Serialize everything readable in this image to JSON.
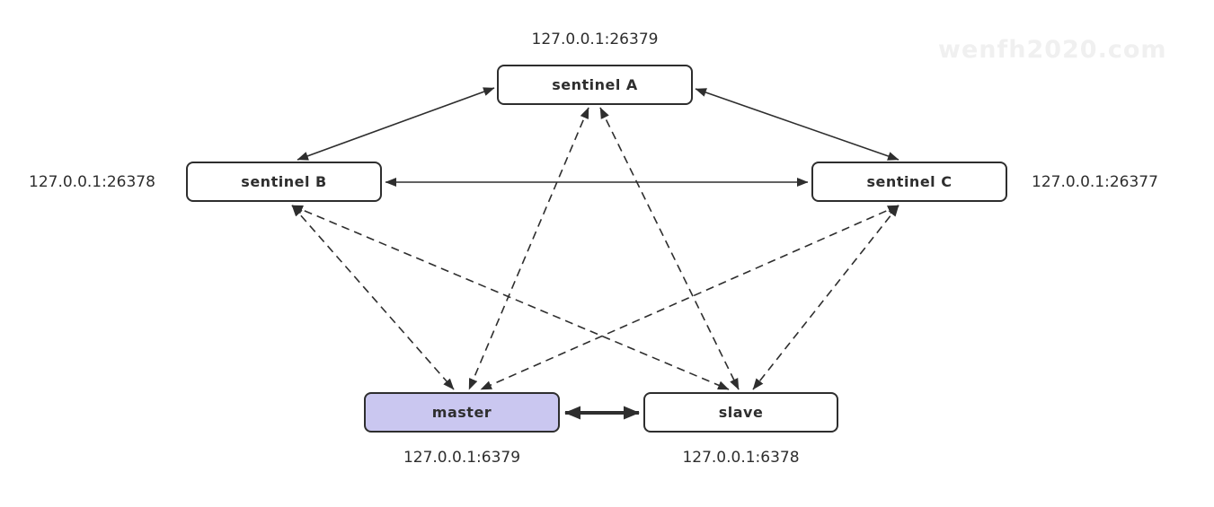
{
  "diagram": {
    "watermark": "wenfh2020.com",
    "nodes": [
      {
        "id": "sentinel-a",
        "label": "sentinel A",
        "address": "127.0.0.1:26379",
        "fill": "#ffffff"
      },
      {
        "id": "sentinel-b",
        "label": "sentinel B",
        "address": "127.0.0.1:26378",
        "fill": "#ffffff"
      },
      {
        "id": "sentinel-c",
        "label": "sentinel C",
        "address": "127.0.0.1:26377",
        "fill": "#ffffff"
      },
      {
        "id": "master",
        "label": "master",
        "address": "127.0.0.1:6379",
        "fill": "#cac7f0"
      },
      {
        "id": "slave",
        "label": "slave",
        "address": "127.0.0.1:6378",
        "fill": "#ffffff"
      }
    ],
    "edges": [
      {
        "from": "sentinel-b",
        "to": "sentinel-a",
        "style": "solid",
        "direction": "bidirectional"
      },
      {
        "from": "sentinel-a",
        "to": "sentinel-c",
        "style": "solid",
        "direction": "bidirectional"
      },
      {
        "from": "sentinel-b",
        "to": "sentinel-c",
        "style": "solid",
        "direction": "bidirectional"
      },
      {
        "from": "master",
        "to": "slave",
        "style": "solid-thick",
        "direction": "bidirectional"
      },
      {
        "from": "sentinel-a",
        "to": "master",
        "style": "dashed",
        "direction": "bidirectional"
      },
      {
        "from": "sentinel-a",
        "to": "slave",
        "style": "dashed",
        "direction": "bidirectional"
      },
      {
        "from": "sentinel-b",
        "to": "master",
        "style": "dashed",
        "direction": "bidirectional"
      },
      {
        "from": "sentinel-b",
        "to": "slave",
        "style": "dashed",
        "direction": "bidirectional"
      },
      {
        "from": "sentinel-c",
        "to": "master",
        "style": "dashed",
        "direction": "bidirectional"
      },
      {
        "from": "sentinel-c",
        "to": "slave",
        "style": "dashed",
        "direction": "bidirectional"
      }
    ],
    "colors": {
      "stroke": "#2e2e2e",
      "node_fill": "#ffffff",
      "master_fill": "#cac7f0",
      "watermark": "#f0f0f0"
    }
  }
}
